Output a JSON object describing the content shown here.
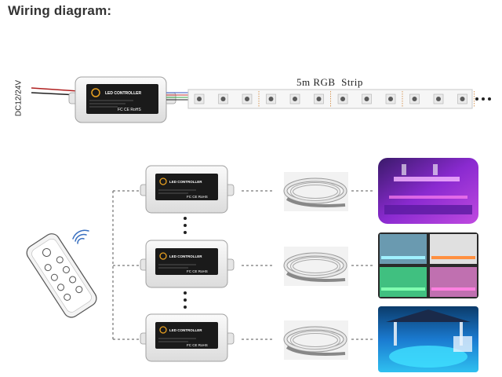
{
  "title": "Wiring diagram:",
  "power_input_label": "DC12/24V",
  "strip_label": "5m RGB  Strip",
  "controller": {
    "brand_label": "LED CONTROLLER",
    "cert_marks": "FC CE RoHS"
  },
  "colors": {
    "title": "#333333",
    "controller_body": "#f2f2f2",
    "controller_panel": "#1a1a1a",
    "strip": "#f4f4f4",
    "led": "#5a5a5a"
  },
  "icons": [
    "remote-control-icon",
    "wireless-signal-icon"
  ],
  "rows": [
    {
      "strip_photo": "led-strip-reel",
      "scene_photo": "purple-lit-bar-scene"
    },
    {
      "strip_photo": "led-strip-reel",
      "scene_photo": "rgb-bar-counter-scene"
    },
    {
      "strip_photo": "led-strip-reel",
      "scene_photo": "blue-lit-pool-scene"
    }
  ]
}
